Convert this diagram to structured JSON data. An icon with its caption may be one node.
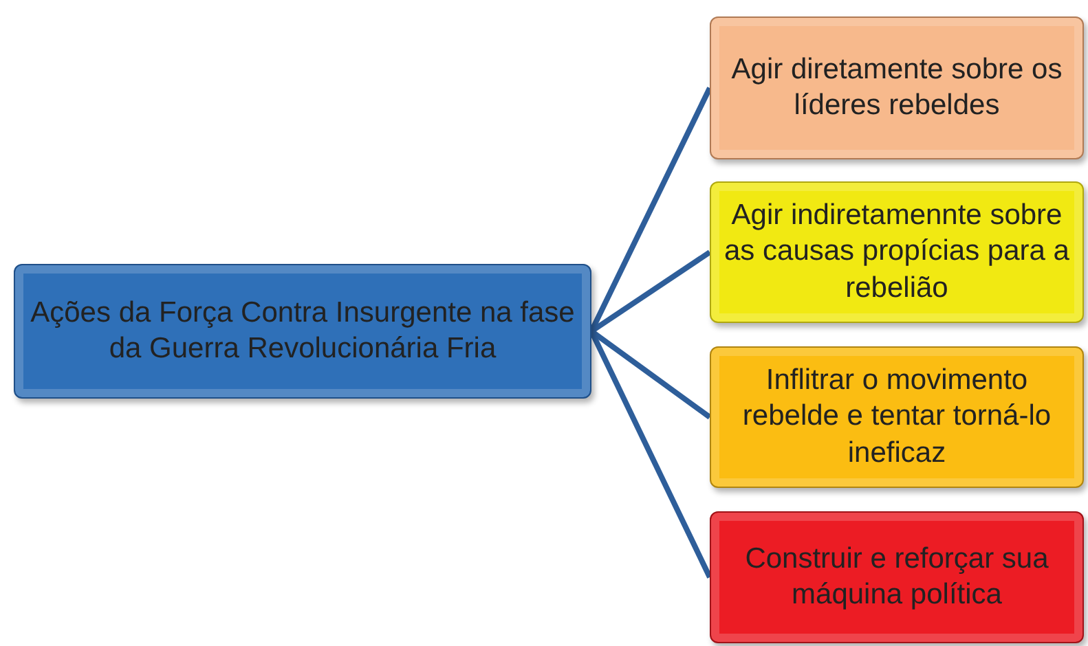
{
  "diagram": {
    "nodes": [
      {
        "text": [
          "Ações da Força Contra Insurgente na fase da Guerra Revolucionária Fria"
        ]
      },
      {
        "text": [
          "Agir diretamente sobre os líderes rebeldes"
        ]
      },
      {
        "text": [
          "Agir indiretamennte sobre as causas propícias para a rebelião"
        ]
      },
      {
        "text": [
          "Inflitrar o movimento rebelde e tentar torná-lo ineficaz"
        ]
      },
      {
        "text": [
          "Construir e reforçar sua máquina política"
        ]
      }
    ],
    "edges": [
      {
        "from": 0,
        "to": 1,
        "arrow": "none"
      },
      {
        "from": 0,
        "to": 2,
        "arrow": "none"
      },
      {
        "from": 0,
        "to": 3,
        "arrow": "none"
      },
      {
        "from": 0,
        "to": 4,
        "arrow": "none"
      }
    ]
  }
}
